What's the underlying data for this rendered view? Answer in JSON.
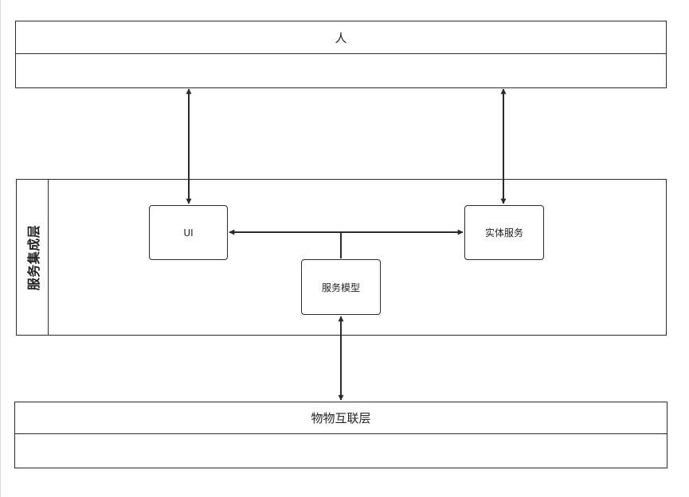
{
  "lanes": {
    "person": {
      "label": "人"
    },
    "iot": {
      "label": "物物互联层"
    }
  },
  "pool": {
    "label": "服务集成层"
  },
  "nodes": {
    "ui": {
      "label": "UI"
    },
    "entity_service": {
      "label": "实体服务"
    },
    "service_model": {
      "label": "服务模型"
    }
  },
  "edges": [
    {
      "from": "人",
      "to": "UI",
      "style": "bidirectional"
    },
    {
      "from": "人",
      "to": "实体服务",
      "style": "bidirectional"
    },
    {
      "from": "服务模型",
      "to": "UI",
      "style": "arrow"
    },
    {
      "from": "服务模型",
      "to": "实体服务",
      "style": "arrow"
    },
    {
      "from": "服务模型",
      "to": "物物互联层",
      "style": "bidirectional"
    }
  ],
  "colors": {
    "stroke": "#2b2b2b",
    "background": "#ffffff"
  }
}
